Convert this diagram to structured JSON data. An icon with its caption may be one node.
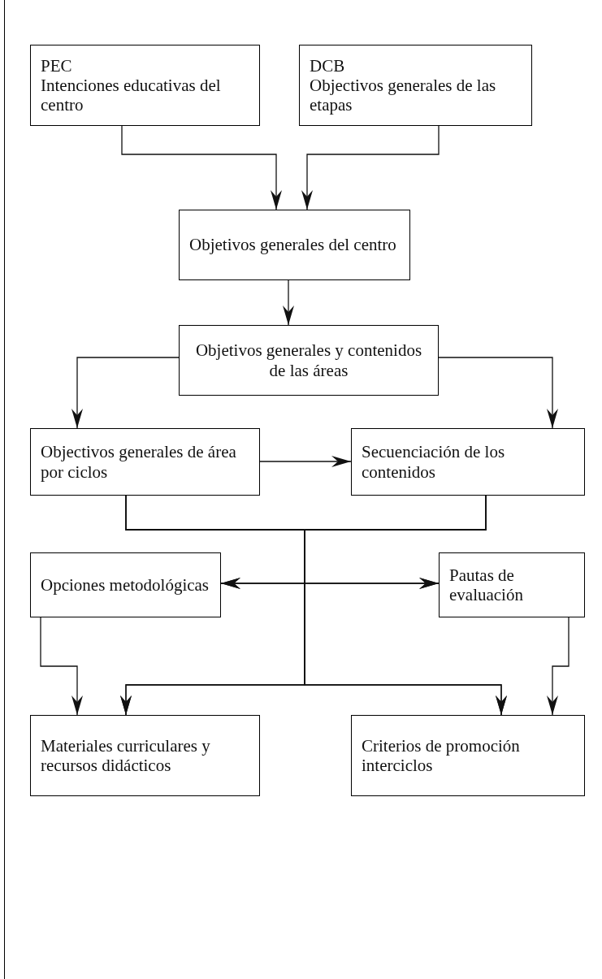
{
  "diagram": {
    "nodes": [
      {
        "text": [
          "PEC",
          "Intenciones educativas del centro"
        ]
      },
      {
        "text": [
          "DCB",
          "Objectivos generales de las etapas"
        ]
      },
      {
        "text": [
          "Objetivos generales del centro"
        ]
      },
      {
        "text": [
          "Objetivos generales y contenidos de las áreas"
        ]
      },
      {
        "text": [
          "Objectivos generales de área por ciclos"
        ]
      },
      {
        "text": [
          "Secuenciación de los contenidos"
        ]
      },
      {
        "text": [
          "Opciones metodológicas"
        ]
      },
      {
        "text": [
          "Pautas de evaluación"
        ]
      },
      {
        "text": [
          "Materiales curriculares y recursos didácticos"
        ]
      },
      {
        "text": [
          "Criterios de promoción interciclos"
        ]
      }
    ],
    "edges": [
      {
        "from": 0,
        "to": 2,
        "arrow": "to"
      },
      {
        "from": 1,
        "to": 2,
        "arrow": "to"
      },
      {
        "from": 2,
        "to": 3,
        "arrow": "to"
      },
      {
        "from": 3,
        "to": 4,
        "arrow": "to"
      },
      {
        "from": 3,
        "to": 5,
        "arrow": "to"
      },
      {
        "from": 4,
        "to": 5,
        "arrow": "to"
      },
      {
        "from": 4,
        "to": 6,
        "arrow": "to"
      },
      {
        "from": 5,
        "to": 6,
        "arrow": "to"
      },
      {
        "from": 4,
        "to": 7,
        "arrow": "to"
      },
      {
        "from": 5,
        "to": 7,
        "arrow": "to"
      },
      {
        "from": 4,
        "to": 8,
        "arrow": "to"
      },
      {
        "from": 5,
        "to": 8,
        "arrow": "to"
      },
      {
        "from": 4,
        "to": 9,
        "arrow": "to"
      },
      {
        "from": 5,
        "to": 9,
        "arrow": "to"
      },
      {
        "from": 6,
        "to": 8,
        "arrow": "to"
      },
      {
        "from": 7,
        "to": 9,
        "arrow": "to"
      }
    ]
  }
}
